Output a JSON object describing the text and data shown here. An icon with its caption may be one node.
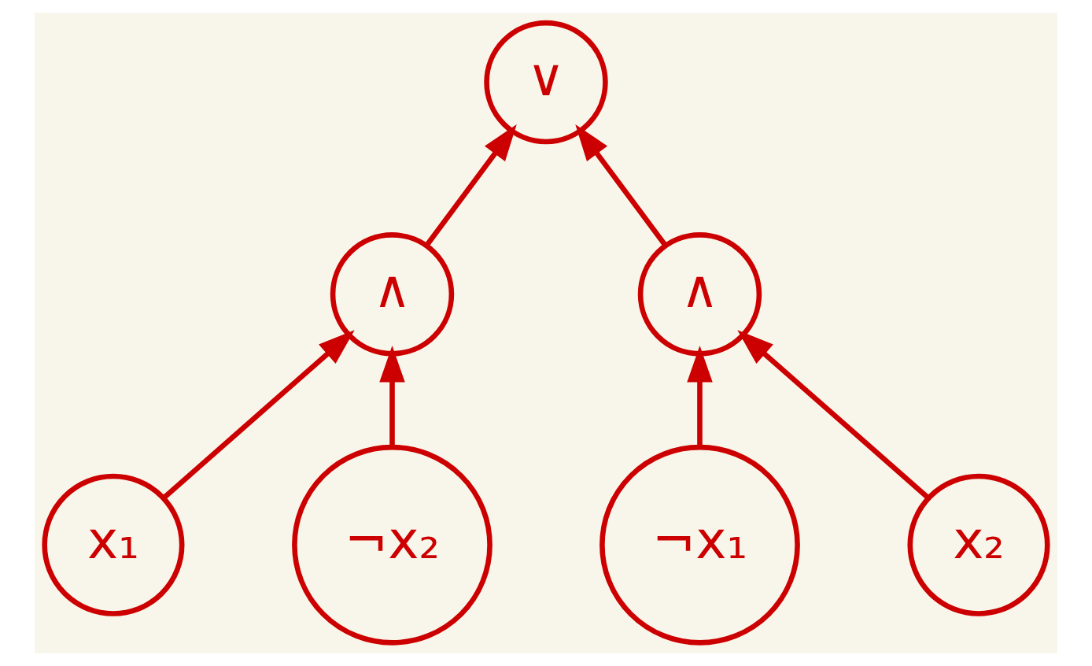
{
  "diagram": {
    "nodes": [
      {
        "text": [
          "∨"
        ]
      },
      {
        "text": [
          "∧"
        ]
      },
      {
        "text": [
          "∧"
        ]
      },
      {
        "text": [
          "x₁"
        ]
      },
      {
        "text": [
          "¬x₂"
        ]
      },
      {
        "text": [
          "¬x₁"
        ]
      },
      {
        "text": [
          "x₂"
        ]
      }
    ],
    "edges": [
      {
        "from": 1,
        "to": 0,
        "arrow": "to"
      },
      {
        "from": 2,
        "to": 0,
        "arrow": "to"
      },
      {
        "from": 3,
        "to": 1,
        "arrow": "to"
      },
      {
        "from": 4,
        "to": 1,
        "arrow": "to"
      },
      {
        "from": 5,
        "to": 2,
        "arrow": "to"
      },
      {
        "from": 6,
        "to": 2,
        "arrow": "to"
      }
    ]
  }
}
